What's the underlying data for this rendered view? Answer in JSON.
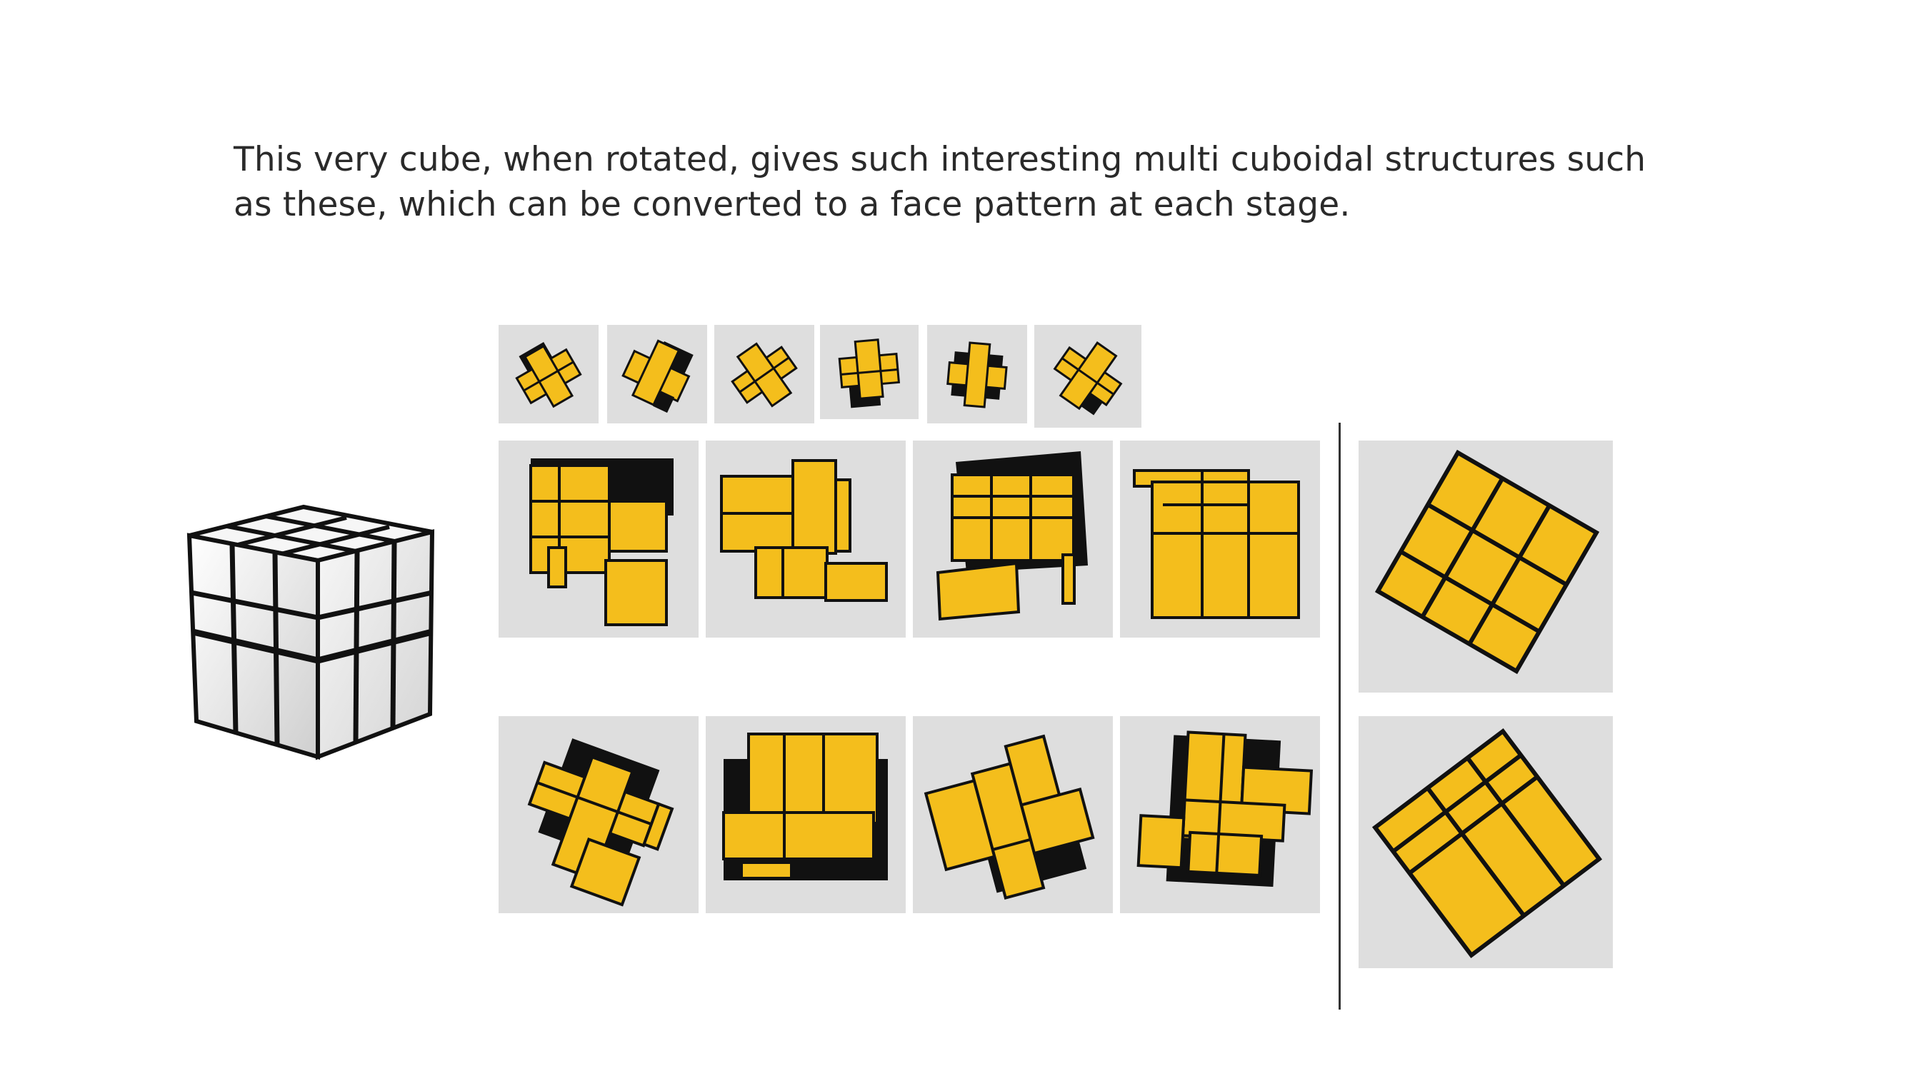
{
  "caption": {
    "line1": "This very cube, when rotated, gives such interesting multi cuboidal structures such",
    "line2": "as these, which can be converted to a face pattern at each stage."
  },
  "colors": {
    "face": "#f4be1c",
    "edge": "#111111",
    "panel": "#dedede",
    "cube_face": "#f1f1f1"
  },
  "icons": {
    "mirror_cube": "mirror-cube-photo",
    "pattern": "cube-face-pattern"
  }
}
